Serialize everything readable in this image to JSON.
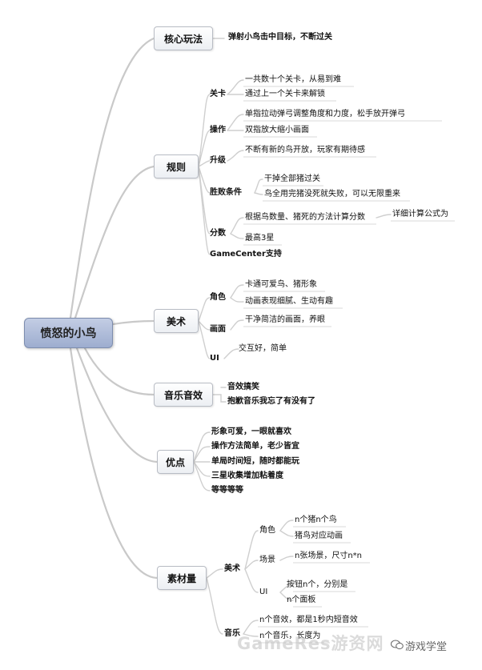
{
  "root": "愤怒的小鸟",
  "branches": {
    "core": {
      "label": "核心玩法",
      "text": "弹射小鸟击中目标，不断过关"
    },
    "rules": {
      "label": "规则",
      "levels": {
        "label": "关卡",
        "items": [
          "一共数十个关卡，从易到难",
          "通过上一个关卡来解锁"
        ]
      },
      "control": {
        "label": "操作",
        "items": [
          "单指拉动弹弓调整角度和力度，松手放开弹弓",
          "双指放大缩小画面"
        ]
      },
      "upgrade": {
        "label": "升级",
        "items": [
          "不断有新的鸟开放，玩家有期待感"
        ]
      },
      "win": {
        "label": "胜败条件",
        "items": [
          "干掉全部猪过关",
          "鸟全用完猪没死就失败，可以无限重来"
        ]
      },
      "score": {
        "label": "分数",
        "items": [
          "根据鸟数量、猪死的方法计算分数",
          "最高3星"
        ],
        "detail": "详细计算公式为"
      },
      "gamecenter": "GameCenter支持"
    },
    "art": {
      "label": "美术",
      "role": {
        "label": "角色",
        "items": [
          "卡通可爱鸟、猪形象",
          "动画表现细腻、生动有趣"
        ]
      },
      "scene": {
        "label": "画面",
        "items": [
          "干净简洁的画面，养眼"
        ]
      },
      "ui": {
        "label": "UI",
        "items": [
          "交互好，简单"
        ]
      }
    },
    "music": {
      "label": "音乐音效",
      "items": [
        "音效搞笑",
        "抱歉音乐我忘了有没有了"
      ]
    },
    "merits": {
      "label": "优点",
      "items": [
        "形象可爱，一眼就喜欢",
        "操作方法简单，老少皆宜",
        "单局时间短，随时都能玩",
        "三星收集增加粘着度",
        "等等等等"
      ]
    },
    "assets": {
      "label": "素材量",
      "art": {
        "label": "美术",
        "role": {
          "label": "角色",
          "items": [
            "n个猪n个鸟",
            "猪鸟对应动画"
          ]
        },
        "scene": {
          "label": "场景",
          "items": [
            "n张场景，尺寸n*n"
          ]
        },
        "ui": {
          "label": "UI",
          "items": [
            "按钮n个，分别是",
            "n个面板"
          ]
        }
      },
      "music": {
        "label": "音乐",
        "items": [
          "n个音效，都是1秒内短音效",
          "n个音乐，长度为"
        ]
      }
    }
  },
  "watermark": {
    "text": "GameRes游资网",
    "account": "游戏学堂"
  }
}
